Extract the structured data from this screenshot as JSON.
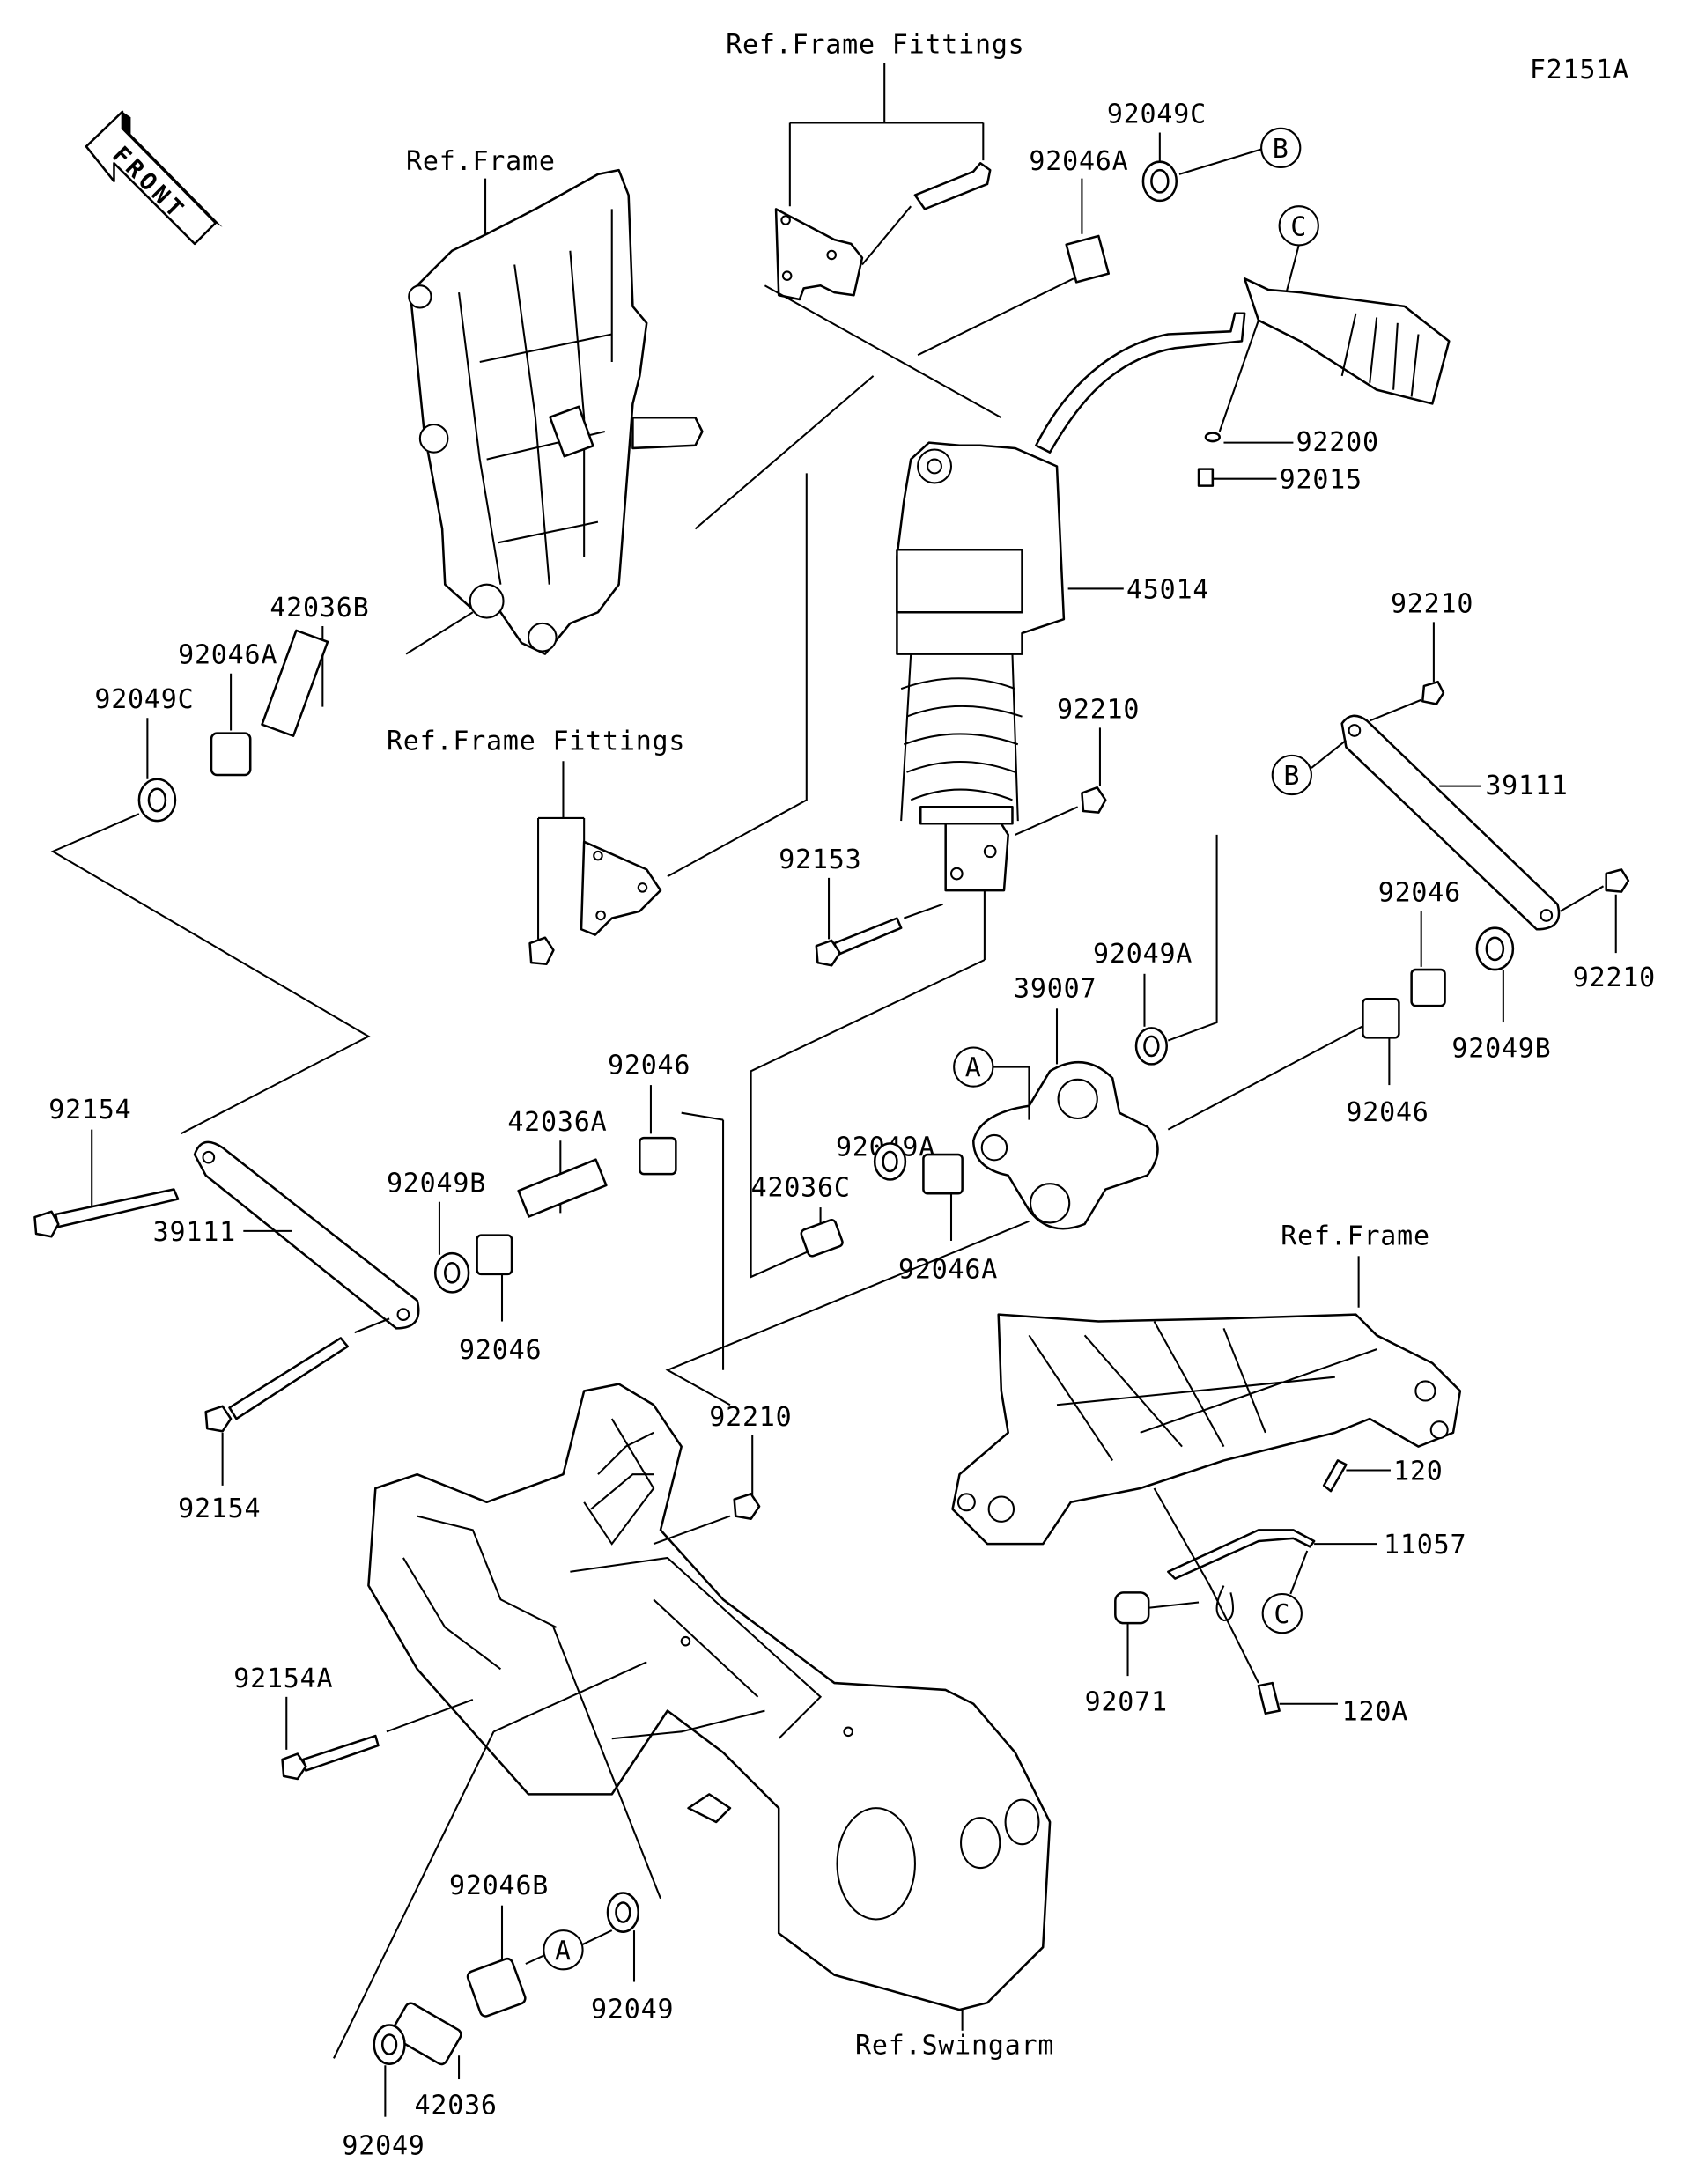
{
  "diagram": {
    "figure_code": "F2151A",
    "direction_arrow": "FRONT",
    "reference_labels": {
      "frame_fittings_top": "Ref.Frame Fittings",
      "frame_top": "Ref.Frame",
      "frame_fittings_mid": "Ref.Frame Fittings",
      "frame_lower": "Ref.Frame",
      "swingarm": "Ref.Swingarm"
    },
    "callouts": {
      "b_top": "B",
      "c_top": "C",
      "b_mid": "B",
      "a_mid": "A",
      "c_low": "C",
      "a_low": "A"
    },
    "parts": [
      "92049C",
      "92046A",
      "92200",
      "92015",
      "45014",
      "92210",
      "42036B",
      "92046A",
      "92049C",
      "92210",
      "39111",
      "92153",
      "92046",
      "92049A",
      "39007",
      "92210",
      "92049B",
      "92046",
      "42036A",
      "92049A",
      "92046",
      "92154",
      "42036C",
      "92049B",
      "39111",
      "92046A",
      "92046",
      "92210",
      "120",
      "92154",
      "11057",
      "92154A",
      "92071",
      "120A",
      "92046B",
      "92049",
      "42036",
      "92049"
    ]
  }
}
